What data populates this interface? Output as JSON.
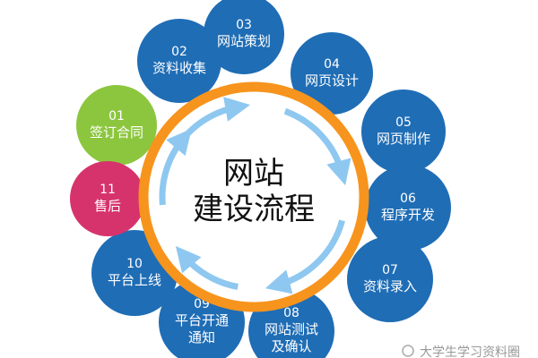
{
  "diagram": {
    "title_line1": "网站",
    "title_line2": "建设流程",
    "colors": {
      "step": "#1f6db5",
      "first": "#8cc63f",
      "after_sales": "#d6336c",
      "ring": "#f7941d",
      "arrow": "#8ec8f0"
    },
    "steps": [
      {
        "num": "01",
        "label": "签订合同",
        "label2": ""
      },
      {
        "num": "02",
        "label": "资料收集",
        "label2": ""
      },
      {
        "num": "03",
        "label": "网站策划",
        "label2": ""
      },
      {
        "num": "04",
        "label": "网页设计",
        "label2": ""
      },
      {
        "num": "05",
        "label": "网页制作",
        "label2": ""
      },
      {
        "num": "06",
        "label": "程序开发",
        "label2": ""
      },
      {
        "num": "07",
        "label": "资料录入",
        "label2": ""
      },
      {
        "num": "08",
        "label": "网站测试",
        "label2": "及确认"
      },
      {
        "num": "09",
        "label": "平台开通",
        "label2": "通知"
      },
      {
        "num": "10",
        "label": "平台上线",
        "label2": ""
      },
      {
        "num": "11",
        "label": "售后",
        "label2": ""
      }
    ]
  },
  "watermark": "大学生学习资料圈"
}
